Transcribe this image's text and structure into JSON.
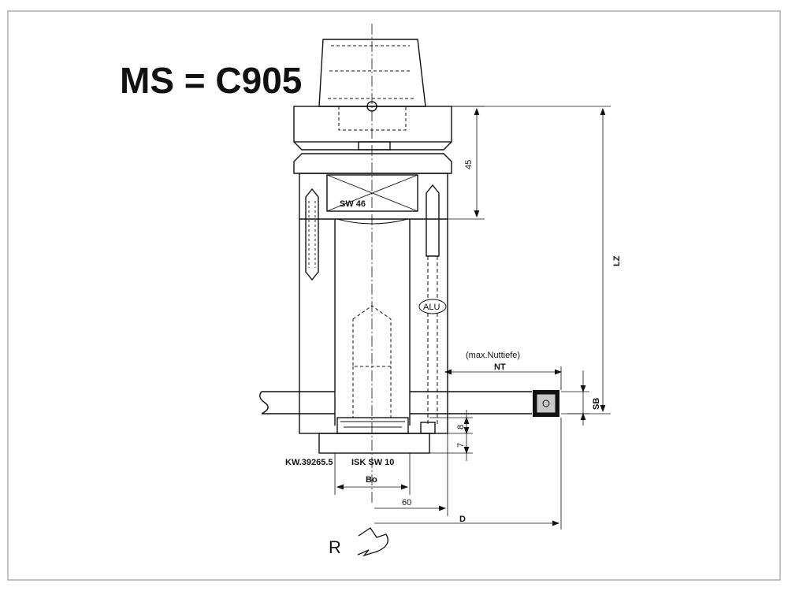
{
  "title": "MS = C905",
  "labels": {
    "sw46": "SW 46",
    "alu": "ALU",
    "max_nuttiefe": "(max.Nuttiefe)",
    "nt": "NT",
    "lz": "LZ",
    "sb": "SB",
    "kw": "KW.39265.5",
    "isk": "ISK SW 10",
    "bo": "Bo",
    "d": "D",
    "r": "R"
  },
  "dimensions": {
    "d45": "45",
    "d60": "60",
    "d8": "8",
    "d7": "7"
  },
  "colors": {
    "line": "#111111",
    "frame": "#9a9a9a",
    "cutter": "#c8c8c8"
  }
}
